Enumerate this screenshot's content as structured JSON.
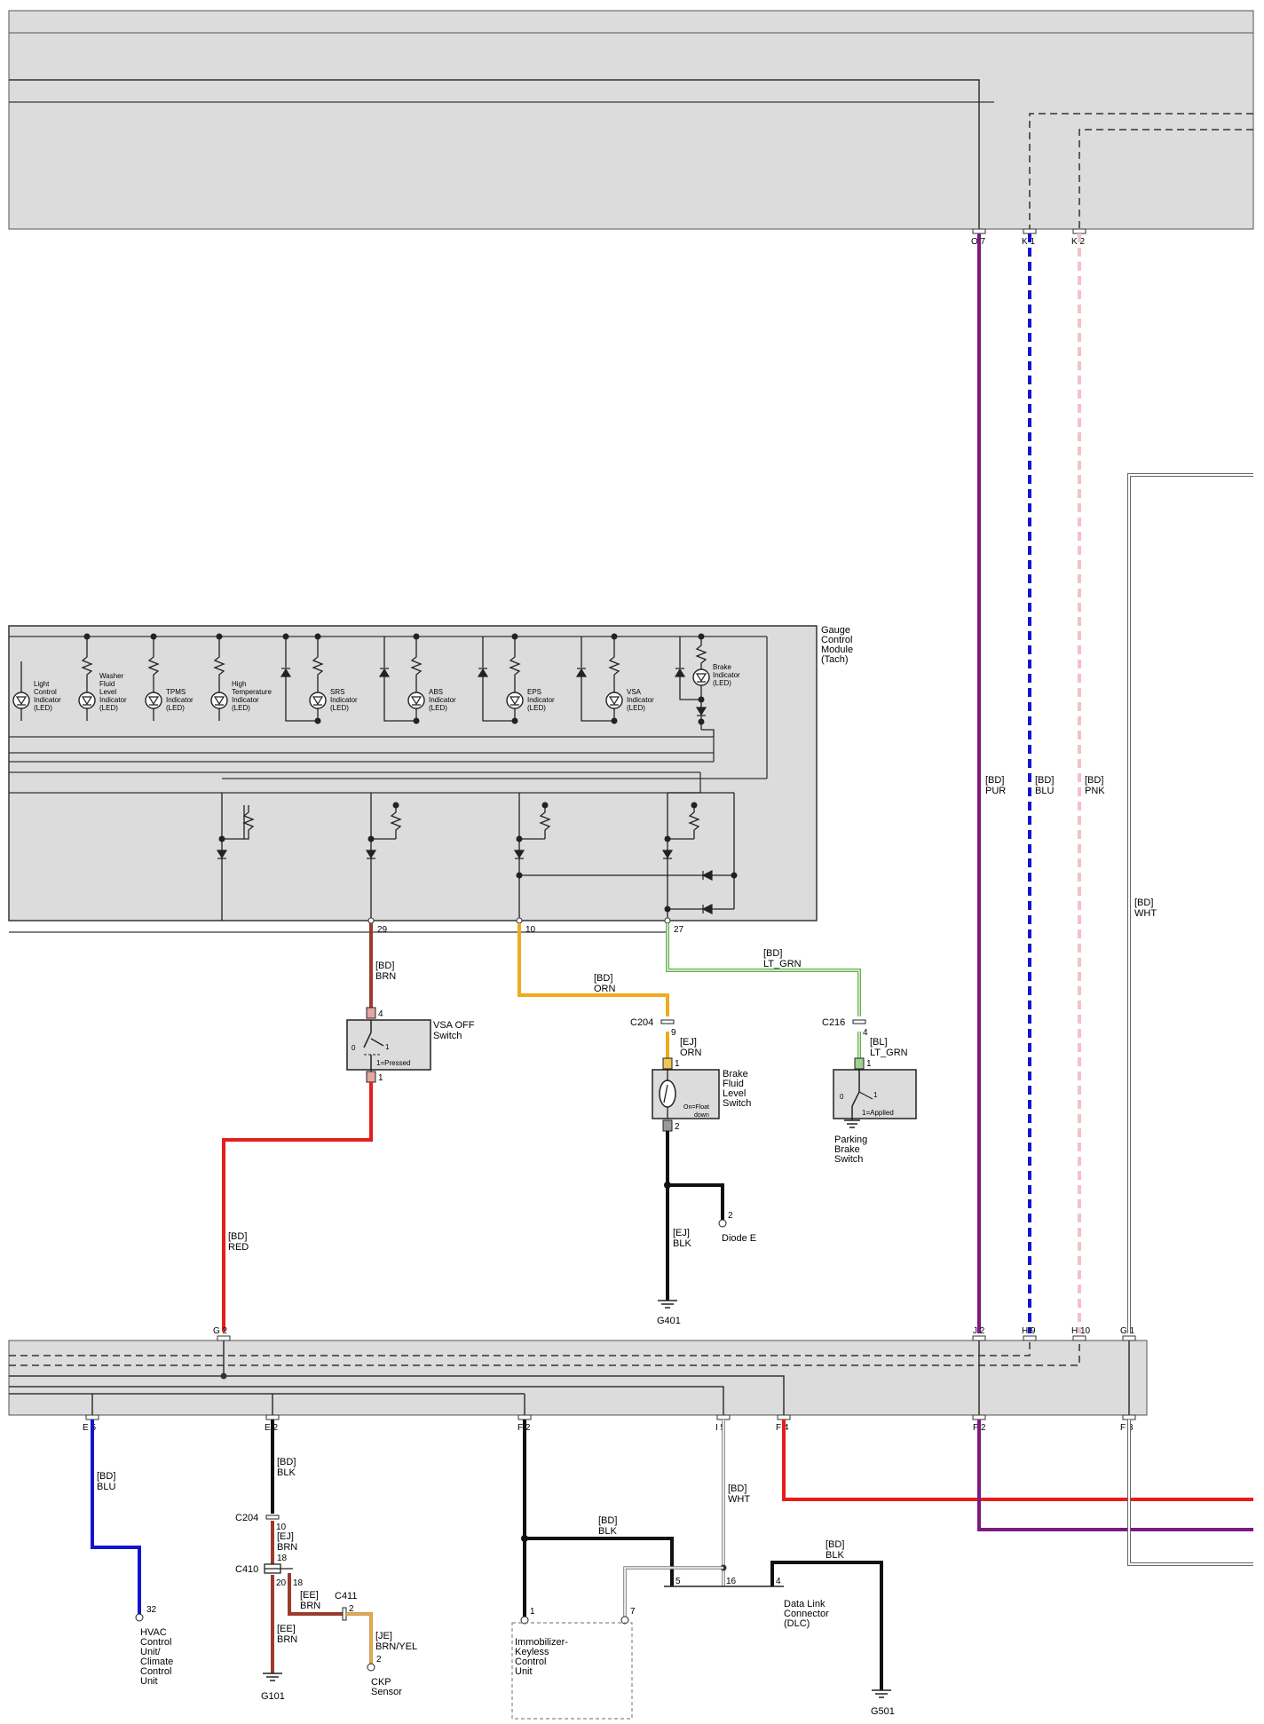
{
  "labels": {
    "gauge_module": [
      "Gauge",
      "Control",
      "Module",
      "(Tach)"
    ],
    "indicators": {
      "light_control": [
        "Light",
        "Control",
        "Indicator",
        "(LED)"
      ],
      "washer_fluid": [
        "Washer",
        "Fluid",
        "Level",
        "Indicator",
        "(LED)"
      ],
      "tpms": [
        "TPMS",
        "Indicator",
        "(LED)"
      ],
      "high_temp": [
        "High",
        "Temperature",
        "Indicator",
        "(LED)"
      ],
      "srs": [
        "SRS",
        "Indicator",
        "(LED)"
      ],
      "abs": [
        "ABS",
        "Indicator",
        "(LED)"
      ],
      "eps": [
        "EPS",
        "Indicator",
        "(LED)"
      ],
      "vsa": [
        "VSA",
        "Indicator",
        "(LED)"
      ],
      "brake": [
        "Brake",
        "Indicator",
        "(LED)"
      ]
    },
    "vsa_off_switch": [
      "VSA OFF",
      "Switch"
    ],
    "vsa_pressed": "1=Pressed",
    "brake_fluid_switch": [
      "Brake",
      "Fluid",
      "Level",
      "Switch"
    ],
    "brake_fluid_state": [
      "On=Float",
      "down"
    ],
    "parking_brake_switch": [
      "Parking",
      "Brake",
      "Switch"
    ],
    "parking_applied": "1=Applied",
    "diode_e": "Diode E",
    "hvac": [
      "HVAC",
      "Control",
      "Unit/",
      "Climate",
      "Control",
      "Unit"
    ],
    "ckp": [
      "CKP",
      "Sensor"
    ],
    "immobilizer": [
      "Immobilizer-",
      "Keyless",
      "Control",
      "Unit"
    ],
    "dlc": [
      "Data Link",
      "Connector",
      "(DLC)"
    ],
    "grounds": {
      "g401": "G401",
      "g101": "G101",
      "g501": "G501"
    },
    "connectors": {
      "c204a": "C204",
      "c216": "C216",
      "c204b": "C204",
      "c410": "C410",
      "c411": "C411"
    }
  },
  "wires": {
    "bd_pur": [
      "[BD]",
      "PUR"
    ],
    "bd_blu_top": [
      "[BD]",
      "BLU"
    ],
    "bd_pnk": [
      "[BD]",
      "PNK"
    ],
    "bd_wht_right": [
      "[BD]",
      "WHT"
    ],
    "bd_brn": [
      "[BD]",
      "BRN"
    ],
    "bd_orn": [
      "[BD]",
      "ORN"
    ],
    "bd_lt_grn": [
      "[BD]",
      "LT_GRN"
    ],
    "ej_orn": [
      "[EJ]",
      "ORN"
    ],
    "bl_lt_grn": [
      "[BL]",
      "LT_GRN"
    ],
    "bd_red": [
      "[BD]",
      "RED"
    ],
    "ej_blk": [
      "[EJ]",
      "BLK"
    ],
    "bd_blu_bottom": [
      "[BD]",
      "BLU"
    ],
    "bd_blk_e2": [
      "[BD]",
      "BLK"
    ],
    "ej_brn": [
      "[EJ]",
      "BRN"
    ],
    "ee_brn_a": [
      "[EE]",
      "BRN"
    ],
    "ee_brn_b": [
      "[EE]",
      "BRN"
    ],
    "je_brn_yel": [
      "[JE]",
      "BRN/YEL"
    ],
    "bd_blk_f2": [
      "[BD]",
      "BLK"
    ],
    "bd_wht_i5": [
      "[BD]",
      "WHT"
    ],
    "bd_blk_dlc": [
      "[BD]",
      "BLK"
    ]
  },
  "pins": {
    "o7": "O 7",
    "k1": "K 1",
    "k2": "K 2",
    "p29": "29",
    "p10": "10",
    "p27": "27",
    "p4_vsa": "4",
    "p1_vsa": "1",
    "vsa_0": "0",
    "vsa_1": "1",
    "c204_9": "9",
    "bf_1": "1",
    "bf_2": "2",
    "c216_4": "4",
    "pb_1": "1",
    "pb_0": "0",
    "pb_1b": "1",
    "diode_2": "2",
    "g2": "G 2",
    "j2": "J 2",
    "h9": "H 9",
    "h10": "H 10",
    "g1": "G 1",
    "e5": "E 5",
    "e2": "E 2",
    "f2a": "F 2",
    "i5": "I 5",
    "f4": "F 4",
    "f2b": "F 2",
    "f3": "F 3",
    "hvac_32": "32",
    "c204_10": "10",
    "c410_18a": "18",
    "c410_20": "20",
    "c410_18b": "18",
    "c411_2": "2",
    "ckp_2": "2",
    "imm_1": "1",
    "imm_7": "7",
    "dlc_5": "5",
    "dlc_16": "16",
    "dlc_4": "4"
  },
  "colors": {
    "box_fill": "#dcdcdc",
    "pur": "#7a1a82",
    "blu": "#1414d2",
    "pnk": "#f6c0c8",
    "brn": "#9c3a2c",
    "orn": "#f0aa1c",
    "lt_grn": "#63b04d",
    "red": "#e81c1c",
    "blk": "#111111",
    "wire_thin": "#333333"
  }
}
